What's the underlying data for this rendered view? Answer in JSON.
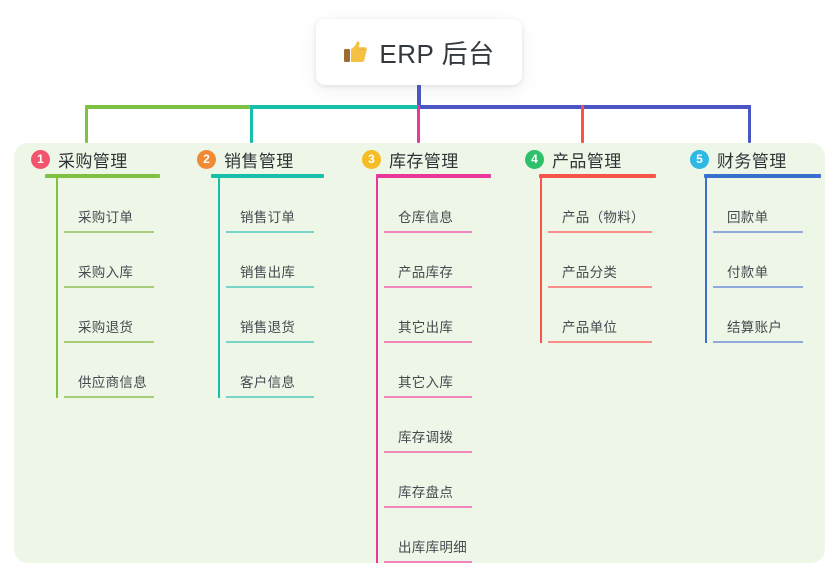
{
  "root": {
    "icon": "thumbs-up-icon",
    "title": "ERP 后台",
    "box_color": "#ffffff",
    "stem_color": "#4a56c4"
  },
  "panel": {
    "background": "#eef7e7"
  },
  "connectors": {
    "segments": [
      {
        "name": "green-segment",
        "color": "#7dc242"
      },
      {
        "name": "teal-segment",
        "color": "#16bfa8"
      },
      {
        "name": "blue-segment",
        "color": "#4a56c4"
      }
    ],
    "drops": [
      {
        "name": "drop-1",
        "color": "#7dc242"
      },
      {
        "name": "drop-2",
        "color": "#16bfa8"
      },
      {
        "name": "drop-3",
        "color": "#e8399a"
      },
      {
        "name": "drop-4",
        "color": "#f9544c"
      },
      {
        "name": "drop-5",
        "color": "#4a56c4"
      }
    ]
  },
  "columns": [
    {
      "number": "1",
      "badge_color": "#f2536d",
      "line_color": "#7dc242",
      "leaf_line_color": "#a8ce7a",
      "title": "采购管理",
      "items": [
        "采购订单",
        "采购入库",
        "采购退货",
        "供应商信息"
      ]
    },
    {
      "number": "2",
      "badge_color": "#f08a35",
      "line_color": "#16bfa8",
      "leaf_line_color": "#79d5c8",
      "title": "销售管理",
      "items": [
        "销售订单",
        "销售出库",
        "销售退货",
        "客户信息"
      ]
    },
    {
      "number": "3",
      "badge_color": "#f5bc26",
      "line_color": "#e8399a",
      "leaf_line_color": "#f086bc",
      "title": "库存管理",
      "items": [
        "仓库信息",
        "产品库存",
        "其它出库",
        "其它入库",
        "库存调拨",
        "库存盘点",
        "出库库明细"
      ]
    },
    {
      "number": "4",
      "badge_color": "#2ec06a",
      "line_color": "#f9544c",
      "leaf_line_color": "#f98e88",
      "title": "产品管理",
      "items": [
        "产品（物料）",
        "产品分类",
        "产品单位"
      ]
    },
    {
      "number": "5",
      "badge_color": "#2eb8e6",
      "line_color": "#3a6fd0",
      "leaf_line_color": "#8fa9dd",
      "title": "财务管理",
      "items": [
        "回款单",
        "付款单",
        "结算账户"
      ]
    }
  ]
}
